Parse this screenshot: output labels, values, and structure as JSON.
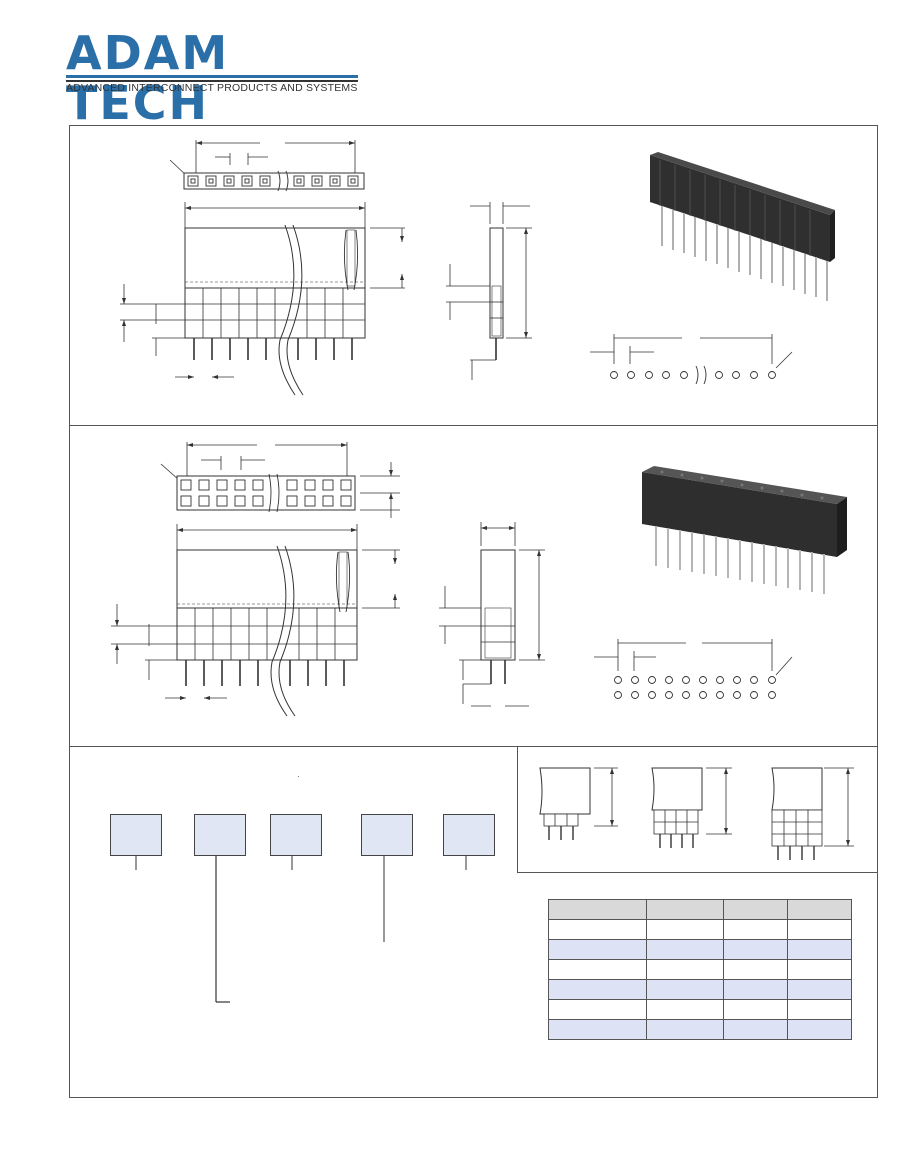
{
  "brand": {
    "name": "ADAM TECH",
    "tagline": "ADVANCED INTERCONNECT PRODUCTS AND SYSTEMS",
    "color": "#2a6fa8"
  },
  "panels": {
    "single_row": {
      "view": "single row female header drawing"
    },
    "dual_row": {
      "view": "dual row female header drawing"
    }
  },
  "part_number_boxes": 5,
  "spec_table": {
    "rows": [
      [
        "",
        "",
        "",
        ""
      ],
      [
        "",
        "",
        "",
        ""
      ],
      [
        "",
        "",
        "",
        ""
      ],
      [
        "",
        "",
        "",
        ""
      ],
      [
        "",
        "",
        "",
        ""
      ],
      [
        "",
        "",
        "",
        ""
      ],
      [
        "",
        "",
        "",
        ""
      ]
    ]
  },
  "colors": {
    "box_fill": "#e1e6f4",
    "table_header": "#d9d9d9",
    "table_shade": "#dde3f4",
    "line": "#555555"
  }
}
